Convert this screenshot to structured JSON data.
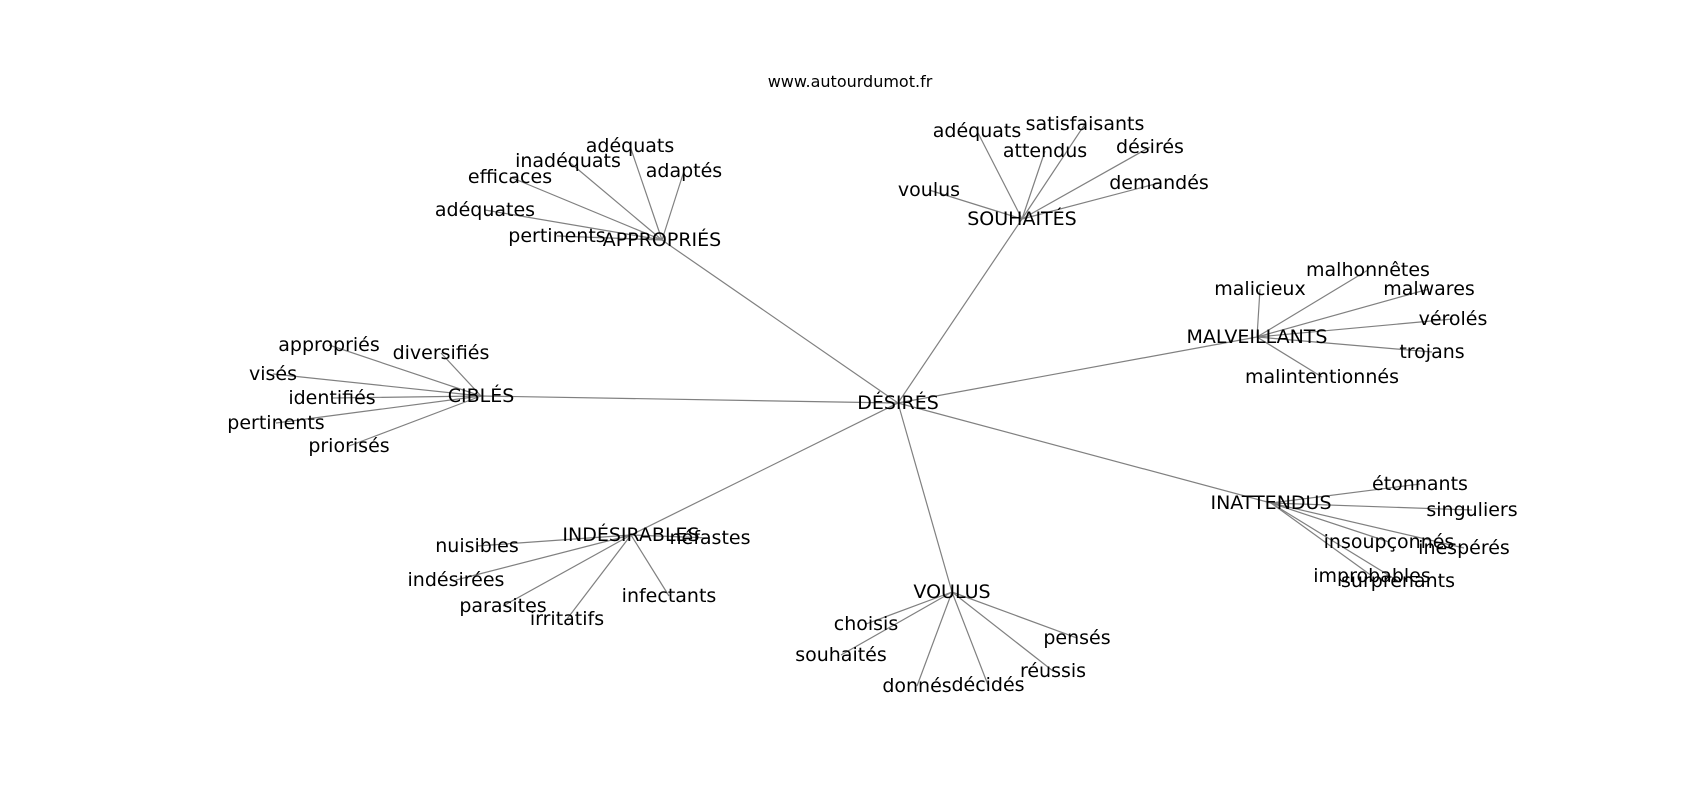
{
  "credit": "www.autourdumot.fr",
  "edge_color": "#808080",
  "text_color": "#000000",
  "center": {
    "word": "DÉSIRÉS"
  },
  "hubs": [
    {
      "id": "appropries",
      "word": "APPROPRIÉS",
      "leaves": [
        "adéquats",
        "inadéquats",
        "adaptés",
        "efficaces",
        "adéquates",
        "pertinents"
      ]
    },
    {
      "id": "souhaites",
      "word": "SOUHAITÉS",
      "leaves": [
        "satisfaisants",
        "adéquats",
        "attendus",
        "désirés",
        "demandés",
        "voulus"
      ]
    },
    {
      "id": "malveillants",
      "word": "MALVEILLANTS",
      "leaves": [
        "malhonnêtes",
        "malicieux",
        "malwares",
        "vérolés",
        "trojans",
        "malintentionnés"
      ]
    },
    {
      "id": "cibles",
      "word": "CIBLÉS",
      "leaves": [
        "appropriés",
        "diversifiés",
        "visés",
        "identifiés",
        "pertinents",
        "priorisés"
      ]
    },
    {
      "id": "inattendus",
      "word": "INATTENDUS",
      "leaves": [
        "étonnants",
        "singuliers",
        "insoupçonnés",
        "inespérés",
        "improbables",
        "surprenants"
      ]
    },
    {
      "id": "indesirables",
      "word": "INDÉSIRABLES",
      "leaves": [
        "néfastes",
        "nuisibles",
        "indésirées",
        "parasites",
        "irritatifs",
        "infectants"
      ]
    },
    {
      "id": "voulus",
      "word": "VOULUS",
      "leaves": [
        "choisis",
        "souhaités",
        "pensés",
        "réussis",
        "donnés",
        "décidés"
      ]
    }
  ]
}
